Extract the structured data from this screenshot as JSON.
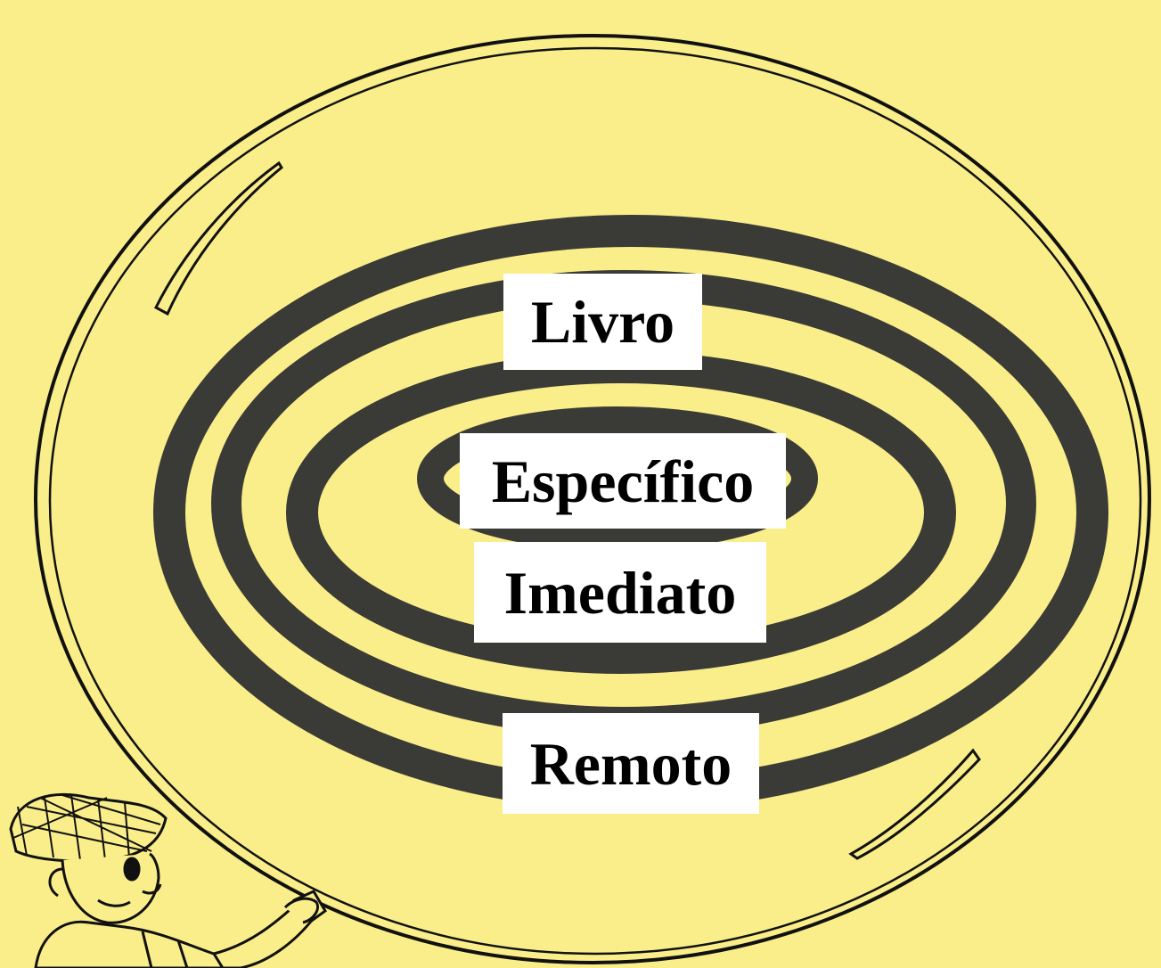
{
  "diagram": {
    "labels": {
      "livro": "Livro",
      "especifico": "Específico",
      "imediato": "Imediato",
      "remoto": "Remoto"
    }
  },
  "colors": {
    "background": "#faee8a",
    "ring": "#3a3a36",
    "outline": "#111111",
    "label_background": "#ffffff",
    "label_text": "#000000"
  },
  "icons": {
    "magnifying_glass": "magnifying-glass-icon",
    "detective": "detective-character-icon"
  }
}
